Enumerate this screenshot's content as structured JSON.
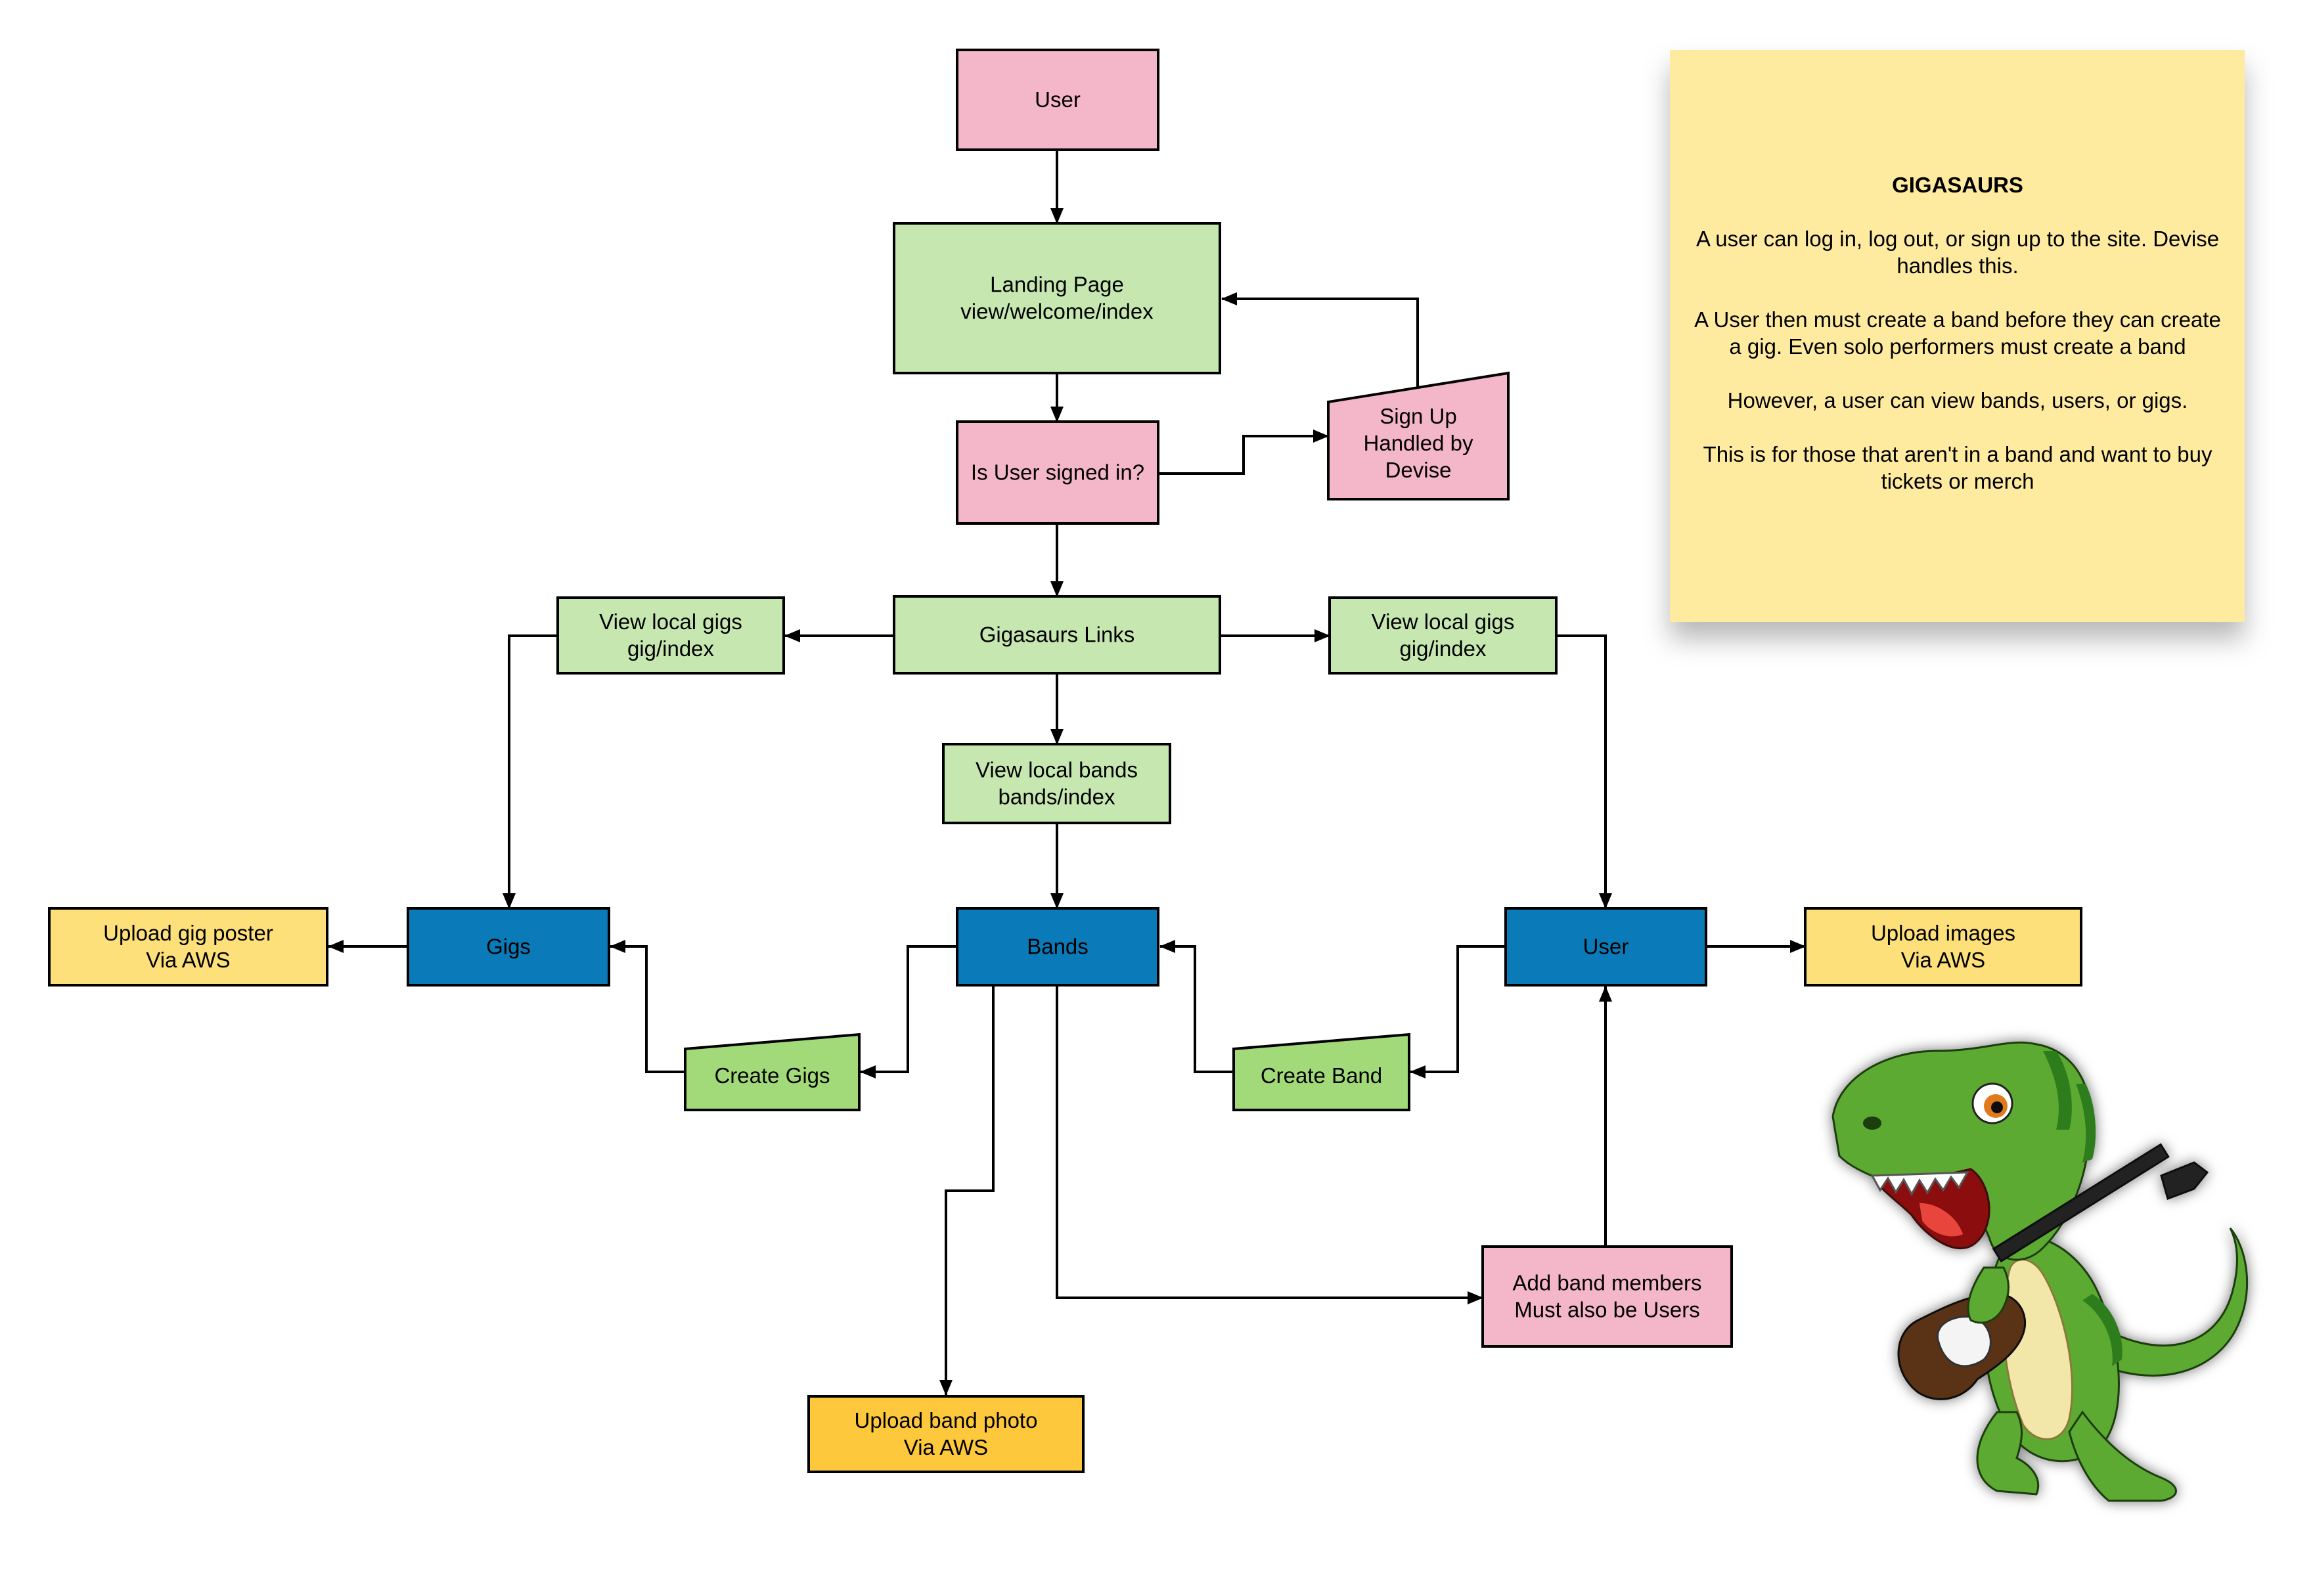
{
  "colors": {
    "pink": "#f4b6c9",
    "light_green": "#c6e8b0",
    "green": "#a3da79",
    "blue": "#0b7ab8",
    "light_yellow": "#fee07a",
    "yellow": "#fdc83c",
    "note": "#feeba0",
    "stroke": "#000000",
    "dino_green": "#5caa32",
    "dino_dark": "#2f7d1d",
    "dino_belly": "#f2e6a8"
  },
  "nodes": {
    "user_top": {
      "lines": [
        "User"
      ]
    },
    "landing": {
      "lines": [
        "Landing Page",
        "view/welcome/index"
      ]
    },
    "signed_in": {
      "lines": [
        "Is User signed in?"
      ]
    },
    "signup": {
      "lines": [
        "Sign Up",
        "Handled by",
        "Devise"
      ]
    },
    "links": {
      "lines": [
        "Gigasaurs Links"
      ]
    },
    "view_gigs_left": {
      "lines": [
        "View local gigs",
        "gig/index"
      ]
    },
    "view_gigs_right": {
      "lines": [
        "View local gigs",
        "gig/index"
      ]
    },
    "view_bands": {
      "lines": [
        "View local bands",
        "bands/index"
      ]
    },
    "gigs": {
      "lines": [
        "Gigs"
      ]
    },
    "bands": {
      "lines": [
        "Bands"
      ]
    },
    "user_mid": {
      "lines": [
        "User"
      ]
    },
    "upload_poster": {
      "lines": [
        "Upload gig poster",
        "Via AWS"
      ]
    },
    "upload_images": {
      "lines": [
        "Upload images",
        "Via AWS"
      ]
    },
    "create_gigs": {
      "lines": [
        "Create Gigs"
      ]
    },
    "create_band": {
      "lines": [
        "Create Band"
      ]
    },
    "add_members": {
      "lines": [
        "Add band members",
        "Must also be Users"
      ]
    },
    "upload_band_photo": {
      "lines": [
        "Upload band photo",
        "Via AWS"
      ]
    }
  },
  "note": {
    "title": "GIGASAURS",
    "paragraphs": [
      [
        "A user can log in, log out, or sign up to the site. Devise",
        "handles this."
      ],
      [
        "A User then must create a band before they can create",
        "a gig. Even solo performers must create a band"
      ],
      [
        "However, a user can view bands, users, or gigs."
      ],
      [
        "This is for those that aren't in a band and want to buy",
        "tickets or merch"
      ]
    ]
  },
  "mascot": {
    "icon": "guitar-dinosaur-icon"
  }
}
